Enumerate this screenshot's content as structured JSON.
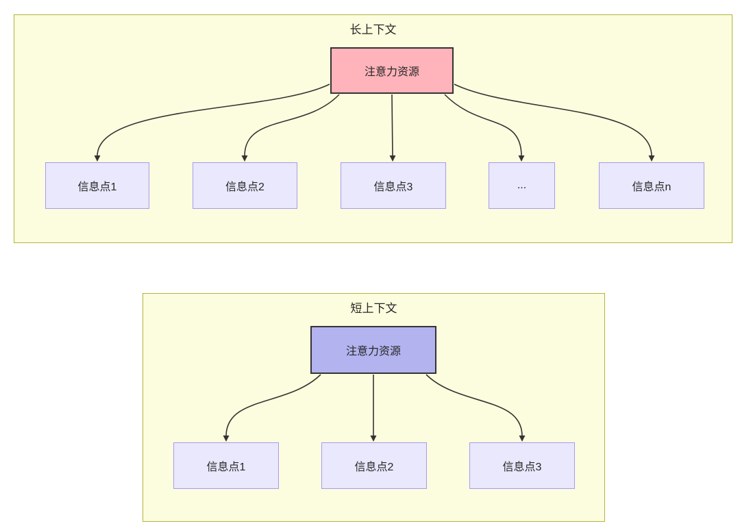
{
  "theme": {
    "page_background": "#ffffff",
    "container_fill": "#fcfcde",
    "container_border": "#b2b23c",
    "child_fill": "#e9e8fc",
    "child_border": "#a79af0",
    "node_border_dark": "#333333",
    "arrow_color": "#333333",
    "text_color": "#262626"
  },
  "long_context": {
    "title": "长上下文",
    "root": {
      "label": "注意力资源",
      "fill": "#ffb3ba"
    },
    "children": [
      {
        "label": "信息点1"
      },
      {
        "label": "信息点2"
      },
      {
        "label": "信息点3"
      },
      {
        "label": "..."
      },
      {
        "label": "信息点n"
      }
    ]
  },
  "short_context": {
    "title": "短上下文",
    "root": {
      "label": "注意力资源",
      "fill": "#b3b3f0"
    },
    "children": [
      {
        "label": "信息点1"
      },
      {
        "label": "信息点2"
      },
      {
        "label": "信息点3"
      }
    ]
  }
}
